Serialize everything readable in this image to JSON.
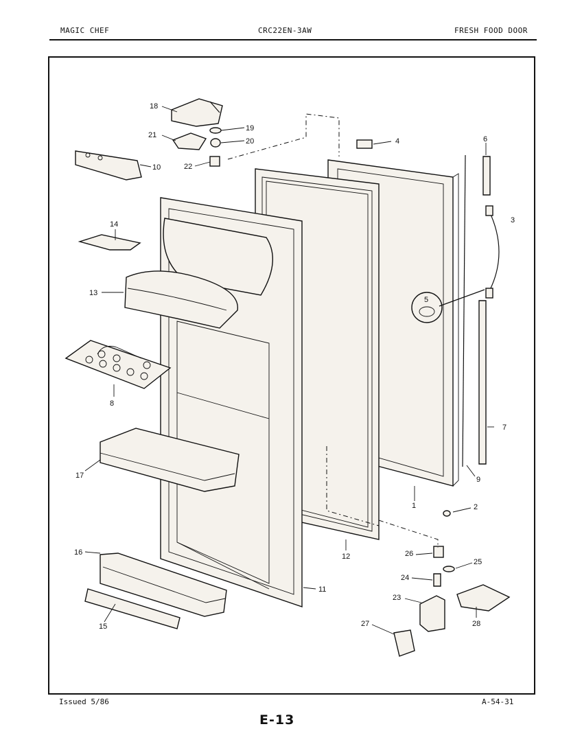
{
  "header": {
    "brand": "MAGIC CHEF",
    "model": "CRC22EN-3AW",
    "section": "FRESH FOOD DOOR"
  },
  "footer": {
    "issued": "Issued 5/86",
    "ref": "A-54-31",
    "page": "E-13"
  },
  "callouts": {
    "c1": "1",
    "c2": "2",
    "c3": "3",
    "c4": "4",
    "c5": "5",
    "c6": "6",
    "c7": "7",
    "c8": "8",
    "c9": "9",
    "c10": "10",
    "c11": "11",
    "c12": "12",
    "c13": "13",
    "c14": "14",
    "c15": "15",
    "c16": "16",
    "c17": "17",
    "c18": "18",
    "c19": "19",
    "c20": "20",
    "c21": "21",
    "c22": "22",
    "c23": "23",
    "c24": "24",
    "c25": "25",
    "c26": "26",
    "c27": "27",
    "c28": "28"
  }
}
